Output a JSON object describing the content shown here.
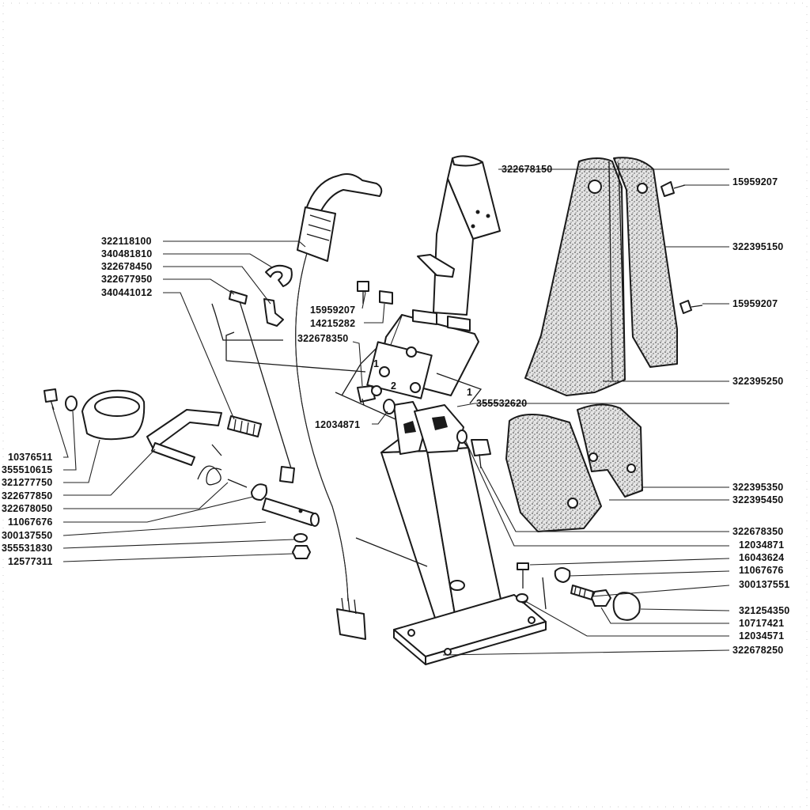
{
  "labels_left": [
    "322118100",
    "340481810",
    "322678450",
    "322677950",
    "340441012",
    "15959207",
    "14215282",
    "322678350",
    "12034871",
    "10376511",
    "355510615",
    "321277750",
    "322677850",
    "322678050",
    "11067676",
    "300137550",
    "355531830",
    "12577311"
  ],
  "labels_right": [
    "322678150",
    "15959207",
    "322395150",
    "15959207",
    "322395250",
    "355532620",
    "322395350",
    "322395450",
    "322678350",
    "12034871",
    "16043624",
    "11067676",
    "300137551",
    "321254350",
    "10717421",
    "12034571",
    "322678250"
  ],
  "bracket_numbers": [
    "1",
    "2",
    "1"
  ],
  "colors": {
    "ink": "#1a1a1a",
    "paper": "#ffffff",
    "stipple": "#9a9a9a"
  }
}
